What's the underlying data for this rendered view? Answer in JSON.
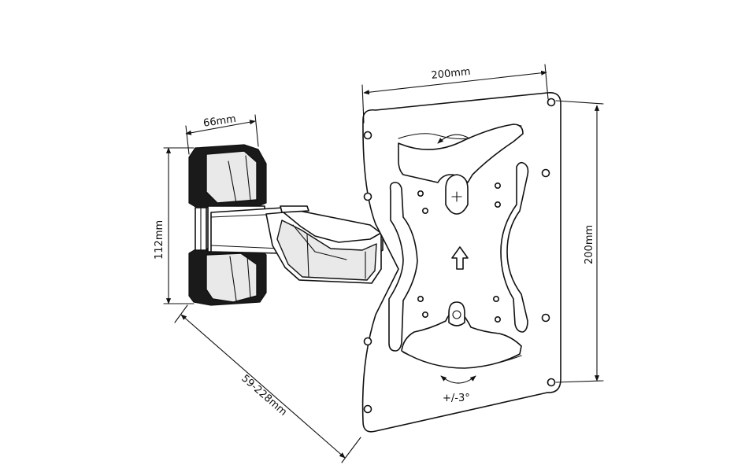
{
  "diagram": {
    "subject": "tv-wall-mount-arm",
    "dimensions": {
      "bracket_width": "66mm",
      "bracket_height": "112mm",
      "extension": "59-228mm",
      "vesa_horizontal": "200mm",
      "vesa_vertical": "200mm",
      "tilt": "+/-3°"
    },
    "colors": {
      "line": "#111111",
      "fill_dark": "#1a1a1a",
      "fill_light": "#e9e9e9",
      "background": "#ffffff"
    },
    "icons": [
      "up-arrow-icon",
      "rotate-arrow-icon",
      "screw-icon"
    ]
  }
}
